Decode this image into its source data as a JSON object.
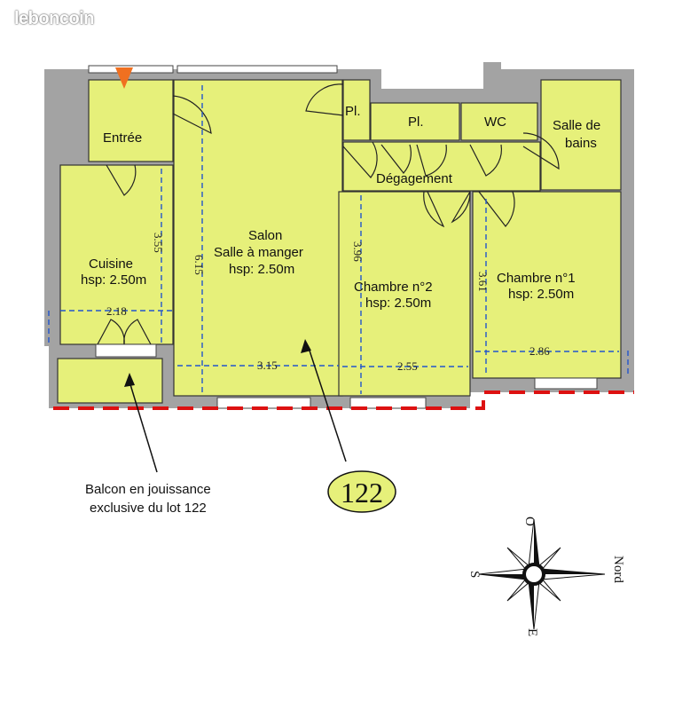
{
  "watermark": "leboncoin",
  "rooms": {
    "entree": "Entrée",
    "salon_1": "Salon",
    "salon_2": "Salle à manger",
    "salon_hsp": "hsp: 2.50m",
    "cuisine": "Cuisine",
    "cuisine_hsp": "hsp: 2.50m",
    "pl1": "Pl.",
    "pl2": "Pl.",
    "wc": "WC",
    "sdb_1": "Salle de",
    "sdb_2": "bains",
    "degagement": "Dégagement",
    "chambre2": "Chambre n°2",
    "chambre2_hsp": "hsp: 2.50m",
    "chambre1": "Chambre n°1",
    "chambre1_hsp": "hsp: 2.50m"
  },
  "dimensions": {
    "cuisine_h": "3.55",
    "cuisine_w": "2.18",
    "salon_h": "6.15",
    "salon_w": "3.15",
    "chambre2_h": "3.96",
    "chambre2_w": "2.55",
    "chambre1_h": "3.61",
    "chambre1_w": "2.86"
  },
  "annotations": {
    "balcon_1": "Balcon en jouissance",
    "balcon_2": "exclusive du lot 122",
    "lot": "122"
  },
  "compass": {
    "north": "Nord",
    "south": "S",
    "west": "O",
    "east": "E"
  },
  "colors": {
    "room_fill": "#e6f07a",
    "wall": "#a3a3a3",
    "dimension_lines": "#2255cc",
    "boundary": "#dd1111",
    "entry_marker": "#f07020",
    "lot_circle": "#e6f07a"
  }
}
